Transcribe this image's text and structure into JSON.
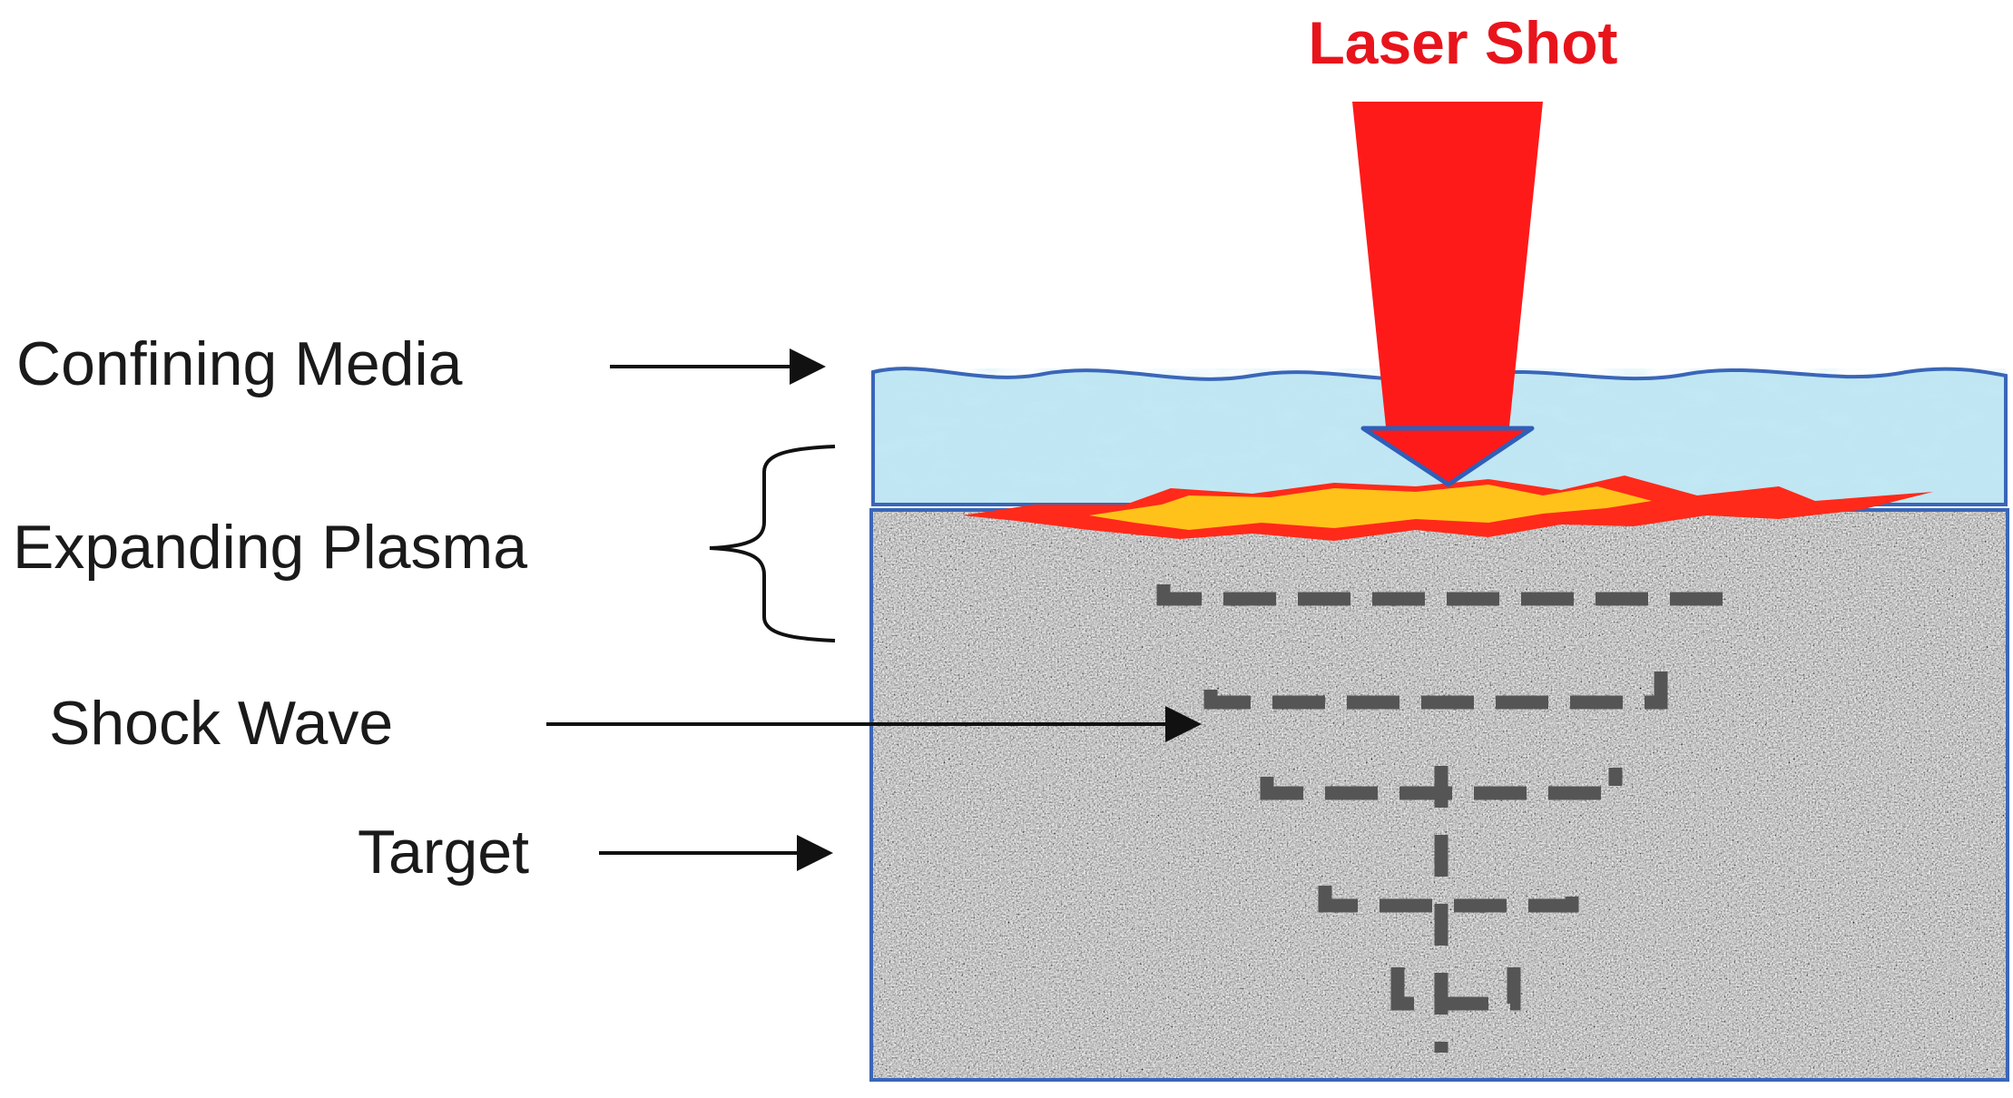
{
  "labels": {
    "laser_shot": "Laser Shot",
    "confining_media": "Confining Media",
    "expanding_plasma": "Expanding Plasma",
    "shock_wave": "Shock Wave",
    "target": "Target"
  },
  "colors": {
    "laser": "#ff1a1a",
    "laser_title": "#e8141c",
    "plasma_outer": "#ff2a1a",
    "plasma_inner": "#ffc21a",
    "water": "#bfe6f2",
    "water_edge": "#3a66b8",
    "target_base": "#a9a9a9",
    "shock": "#555555",
    "text": "#1a1a1a"
  }
}
